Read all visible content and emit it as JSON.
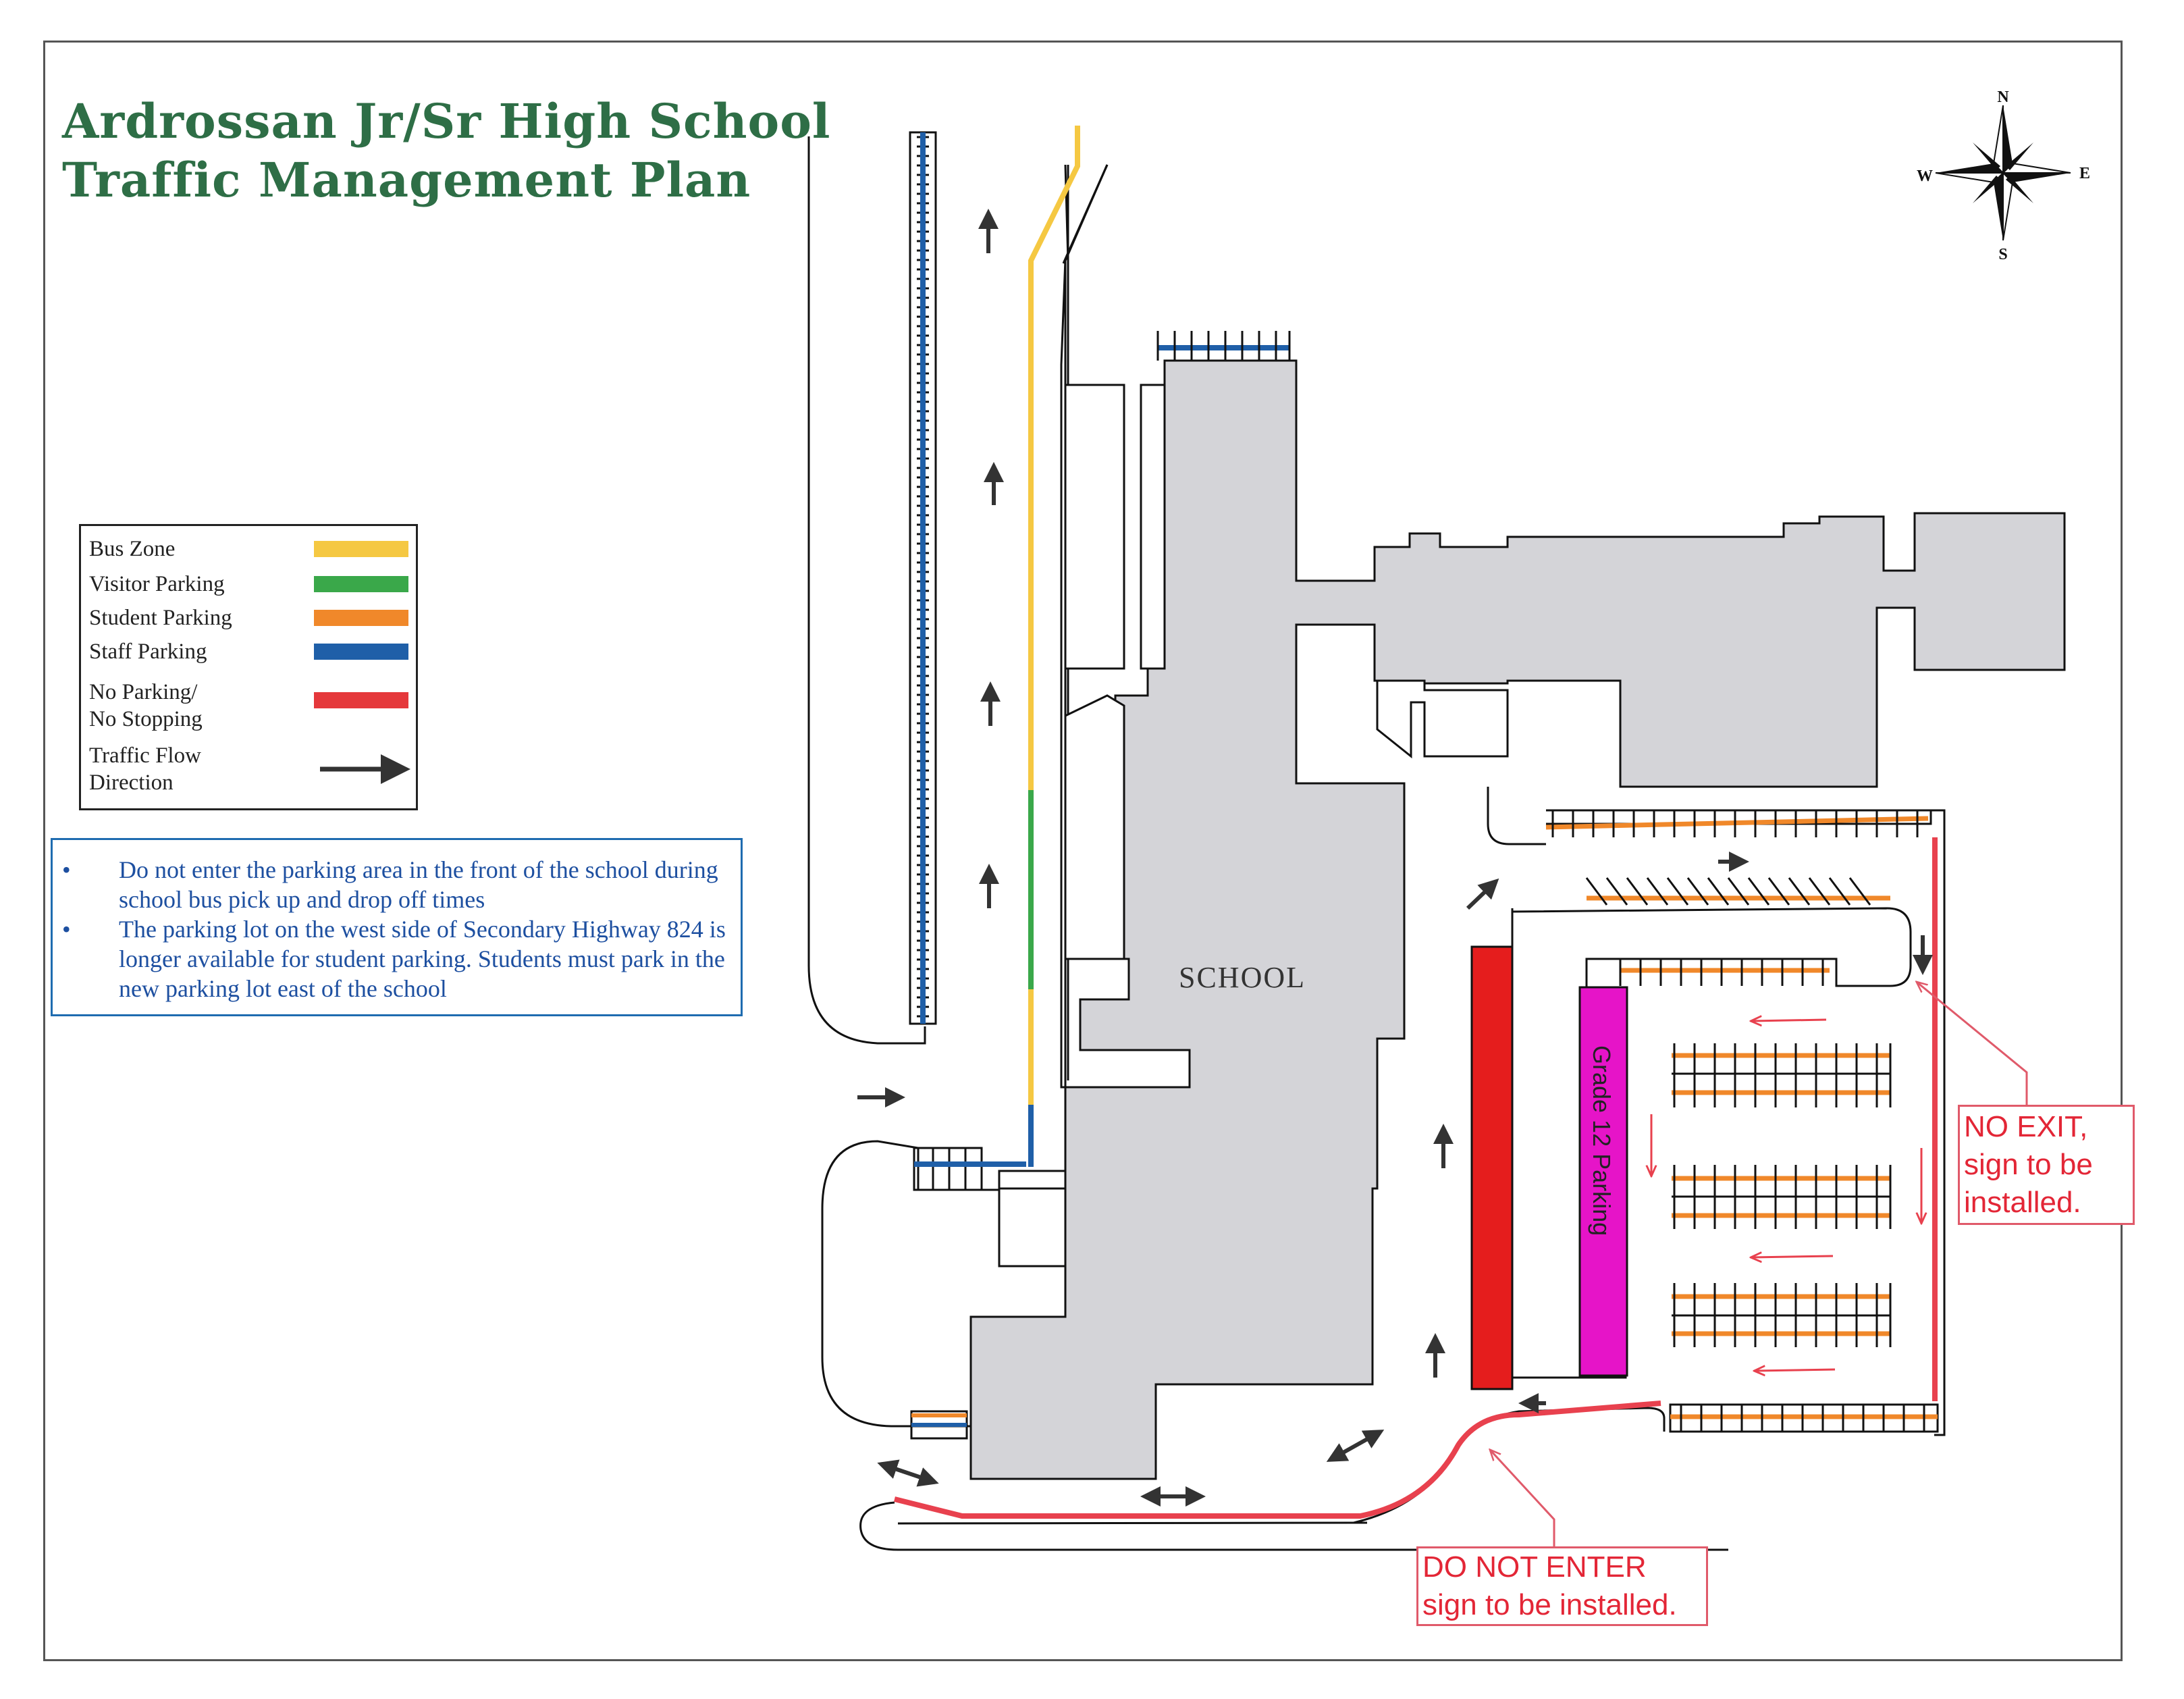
{
  "title": {
    "line1": "Ardrossan Jr/Sr High School",
    "line2": "Traffic Management Plan"
  },
  "legend": {
    "items": [
      {
        "label": "Bus Zone",
        "color": "#f5c842"
      },
      {
        "label": "Visitor Parking",
        "color": "#3aa84a"
      },
      {
        "label": "Student Parking",
        "color": "#f0882a"
      },
      {
        "label": "Staff Parking",
        "color": "#1f5fa8"
      },
      {
        "label": "No Parking/",
        "label2": "No Stopping",
        "color": "#e5383b"
      },
      {
        "label": "Traffic Flow",
        "label2": "Direction",
        "color": "#333333"
      }
    ]
  },
  "notes": [
    "Do not enter the parking area in the front of the school during school bus pick up and drop off times",
    "The parking lot on the west side of Secondary Highway 824 is longer available for student parking. Students must park in the new parking lot east of the school"
  ],
  "compass": {
    "n": "N",
    "s": "S",
    "e": "E",
    "w": "W"
  },
  "map": {
    "school_label": "SCHOOL",
    "grade12_label": "Grade 12 Parking",
    "building_color": "#d4d4d8",
    "no_parking_color": "#e51d1d",
    "grade12_color": "#e614c8"
  },
  "callouts": {
    "no_exit": {
      "line1": "NO EXIT,",
      "line2": "sign to be",
      "line3": "installed."
    },
    "do_not_enter": {
      "line1": "DO NOT ENTER",
      "line2": "sign to be installed."
    }
  }
}
